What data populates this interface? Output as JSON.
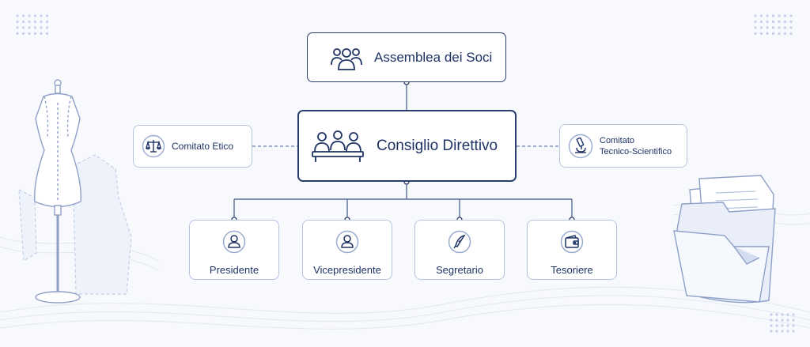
{
  "diagram": {
    "top_node": {
      "label": "Assemblea dei Soci",
      "icon": "group-people-icon"
    },
    "center_node": {
      "label": "Consiglio Direttivo",
      "icon": "board-meeting-icon"
    },
    "side_nodes": [
      {
        "label": "Comitato Etico",
        "icon": "balance-scale-icon"
      },
      {
        "label_line1": "Comitato",
        "label_line2": "Tecnico-Scientifico",
        "icon": "microscope-icon"
      }
    ],
    "roles": [
      {
        "label": "Presidente",
        "icon": "person-icon"
      },
      {
        "label": "Vicepresidente",
        "icon": "person-icon"
      },
      {
        "label": "Segretario",
        "icon": "quill-pen-icon"
      },
      {
        "label": "Tesoriere",
        "icon": "wallet-icon"
      }
    ],
    "decorations": [
      "dress-form-icon",
      "sewing-pattern-icon",
      "folder-documents-icon",
      "dot-grid-icon"
    ]
  },
  "colors": {
    "primary": "#1e3264",
    "border_soft": "#b6c4e0",
    "connector": "#5a6e96",
    "background": "#f7f9fd",
    "decoration": "#b9c6e2"
  }
}
